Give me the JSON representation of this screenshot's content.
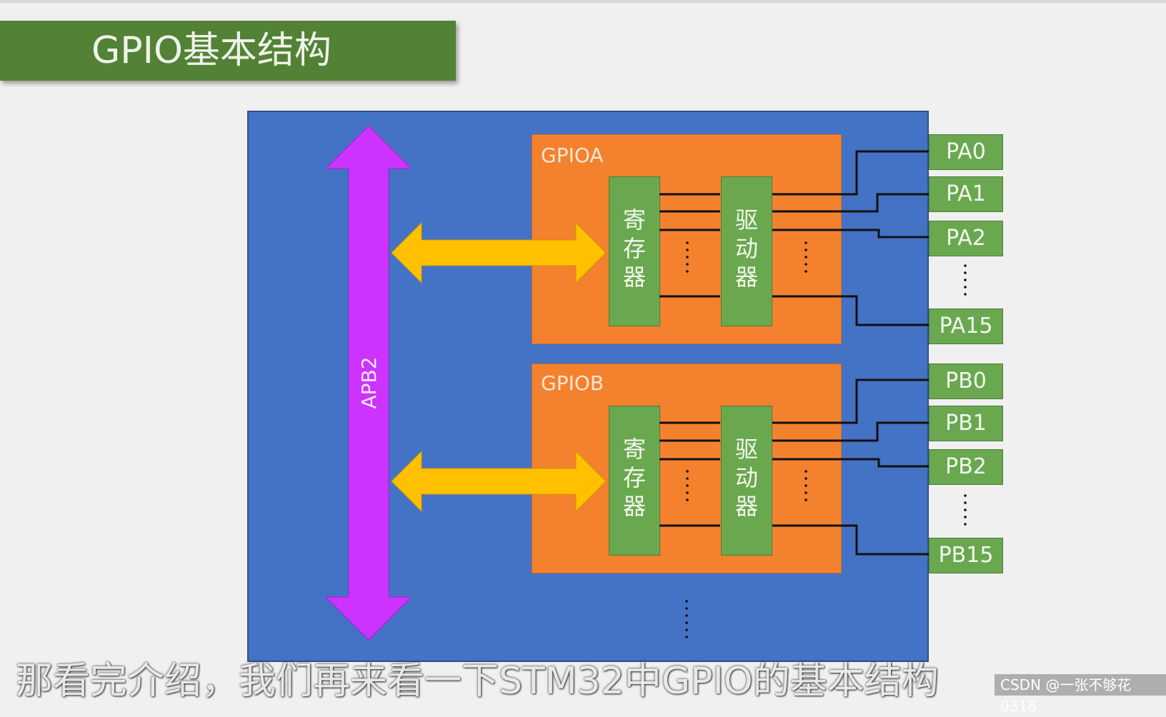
{
  "title": "GPIO基本结构",
  "bus": {
    "label": "APB2"
  },
  "gpio_blocks": [
    {
      "name": "GPIOA",
      "register_label": [
        "寄",
        "存",
        "器"
      ],
      "driver_label": [
        "驱",
        "动",
        "器"
      ],
      "pins": [
        "PA0",
        "PA1",
        "PA2",
        "PA15"
      ]
    },
    {
      "name": "GPIOB",
      "register_label": [
        "寄",
        "存",
        "器"
      ],
      "driver_label": [
        "驱",
        "动",
        "器"
      ],
      "pins": [
        "PB0",
        "PB1",
        "PB2",
        "PB15"
      ]
    }
  ],
  "colors": {
    "board": "#4472c4",
    "bus": "#cc33ff",
    "gpio": "#f4812e",
    "block": "#6aa84f",
    "arrow": "#ffc000",
    "title_banner": "#538135"
  },
  "subtitle": "那看完介绍，我们再来看一下STM32中GPIO的基本结构",
  "watermark": "CSDN @一张不够花0318"
}
